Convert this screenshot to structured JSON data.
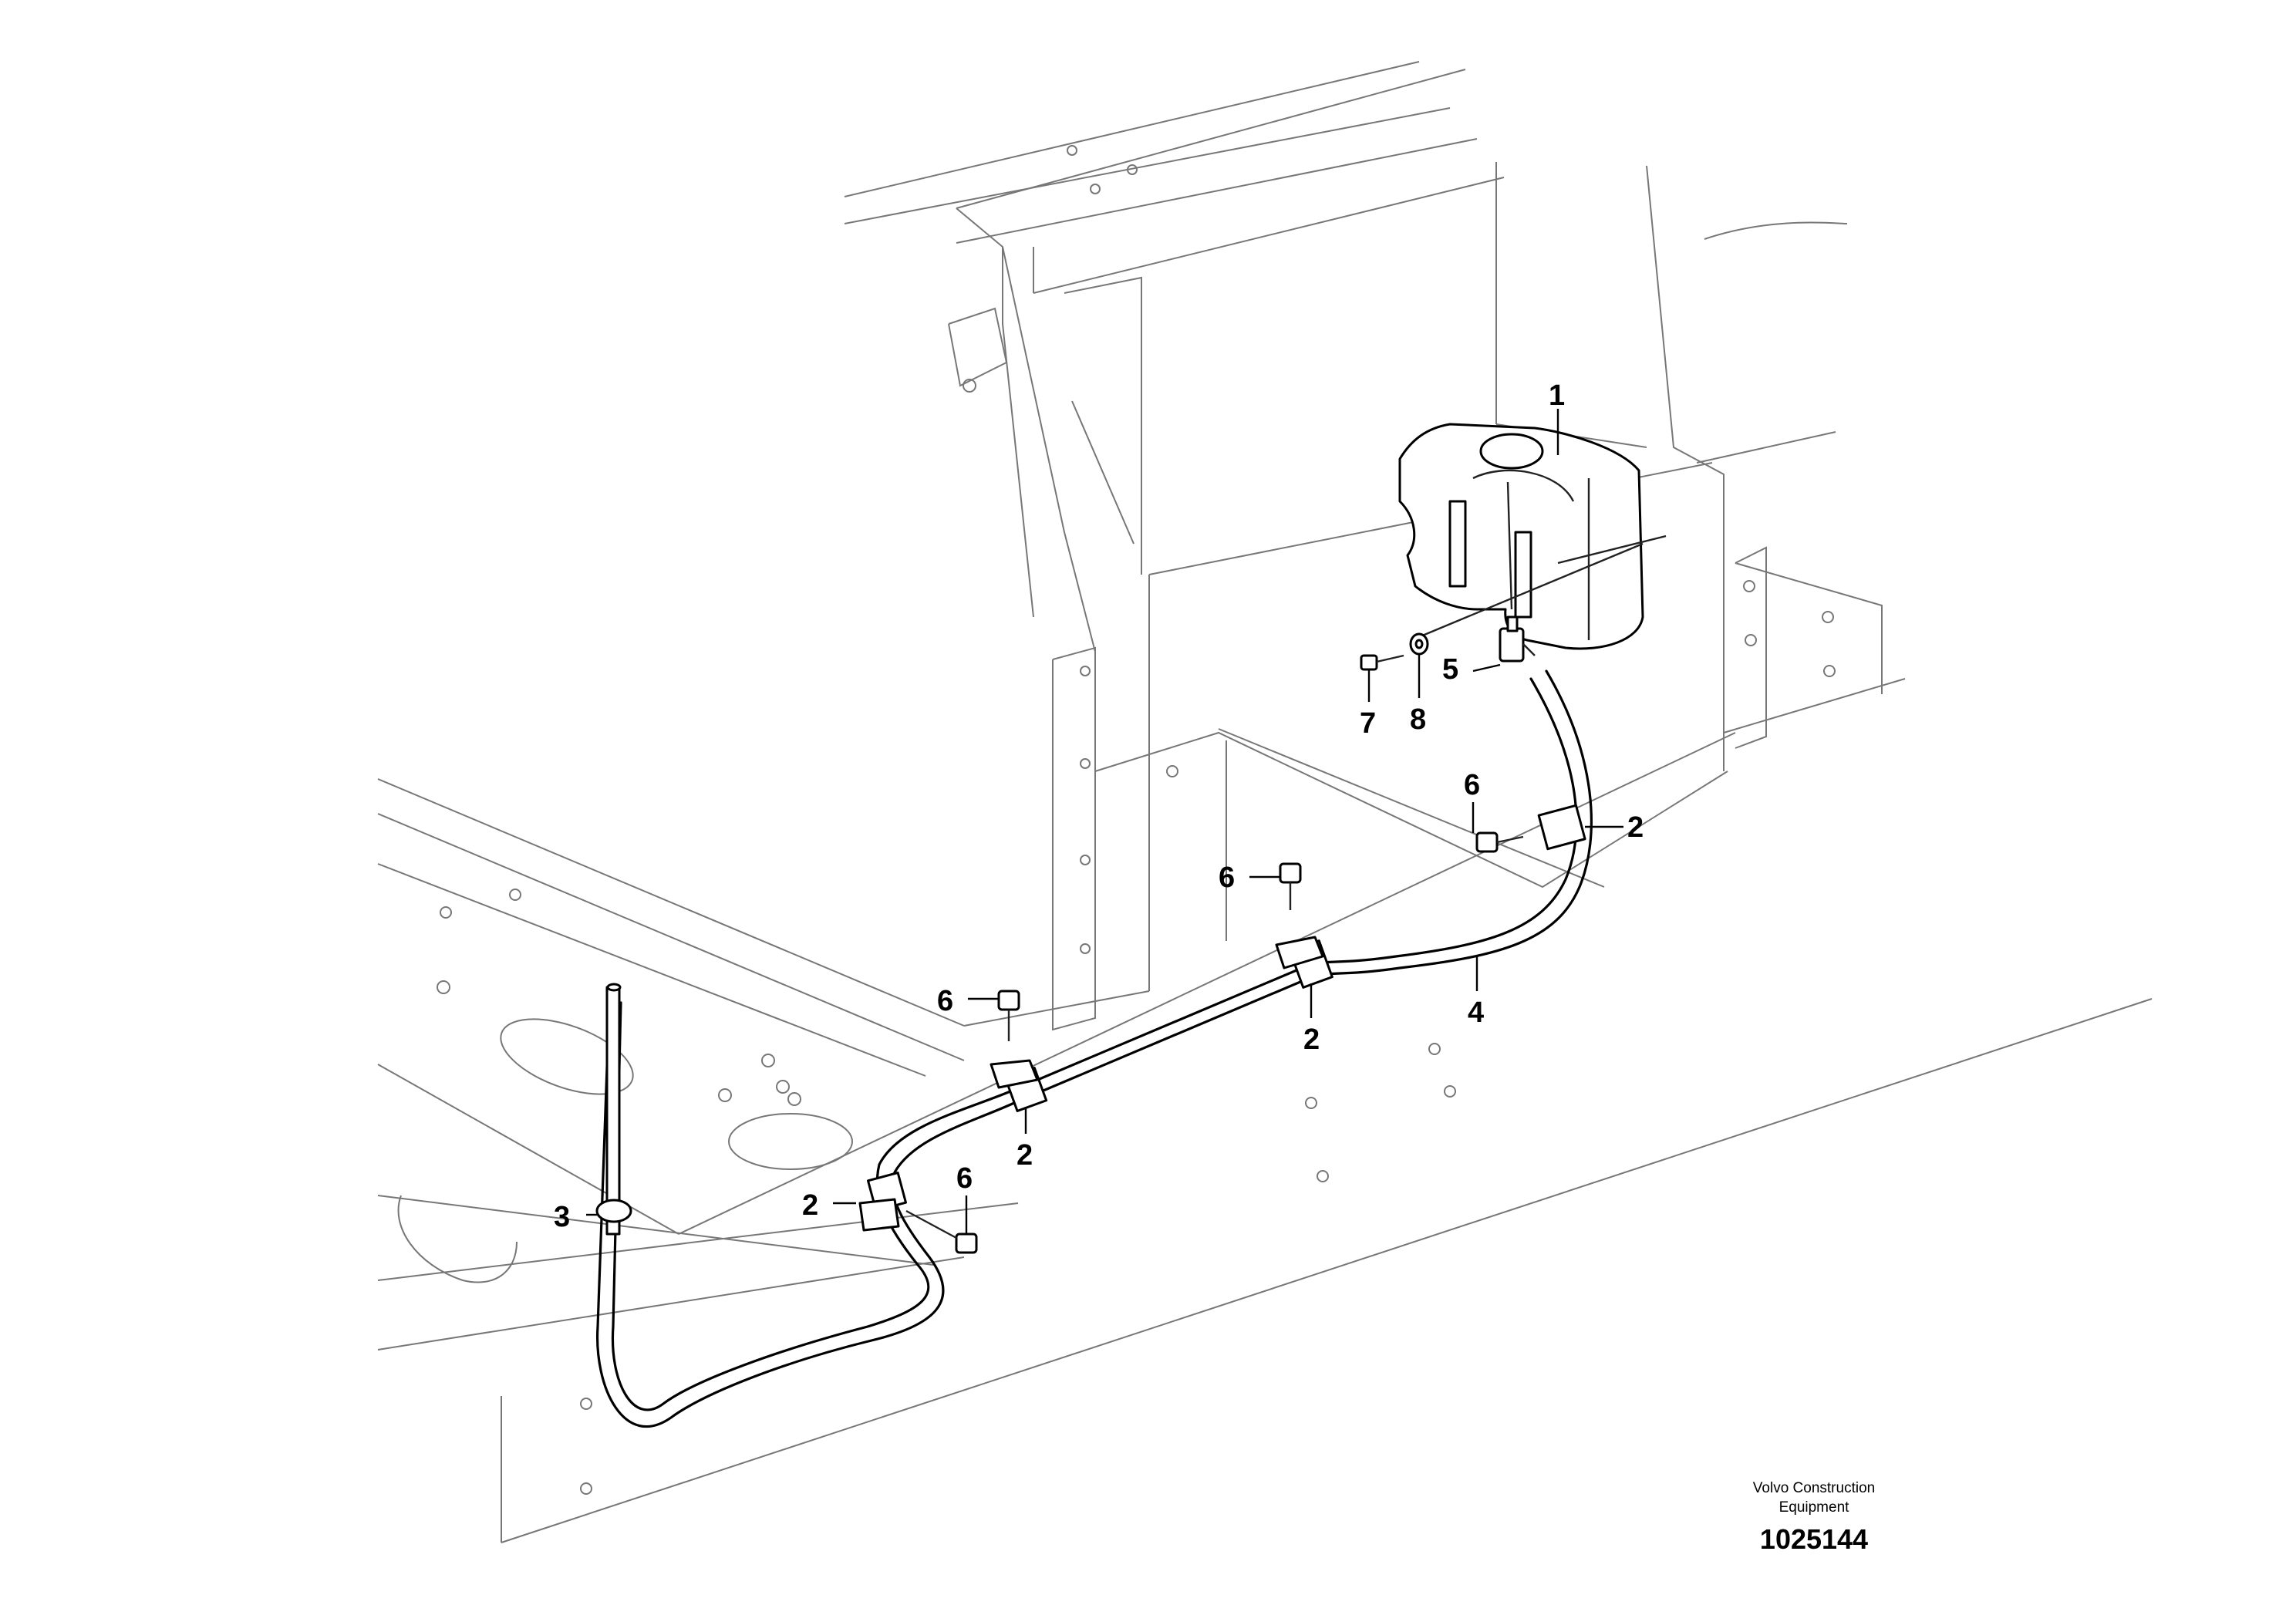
{
  "callouts": [
    {
      "id": "tank",
      "label": "1"
    },
    {
      "id": "clamp-a",
      "label": "2"
    },
    {
      "id": "clamp-b",
      "label": "2"
    },
    {
      "id": "clamp-c",
      "label": "2"
    },
    {
      "id": "clamp-d",
      "label": "2"
    },
    {
      "id": "nozzle-hose",
      "label": "3"
    },
    {
      "id": "hose",
      "label": "4"
    },
    {
      "id": "connector",
      "label": "5"
    },
    {
      "id": "screw-a",
      "label": "6"
    },
    {
      "id": "screw-b",
      "label": "6"
    },
    {
      "id": "screw-c",
      "label": "6"
    },
    {
      "id": "screw-d",
      "label": "6"
    },
    {
      "id": "bolt",
      "label": "7"
    },
    {
      "id": "washer",
      "label": "8"
    }
  ],
  "credit": {
    "line1": "Volvo Construction",
    "line2": "Equipment"
  },
  "document_number": "1025144"
}
